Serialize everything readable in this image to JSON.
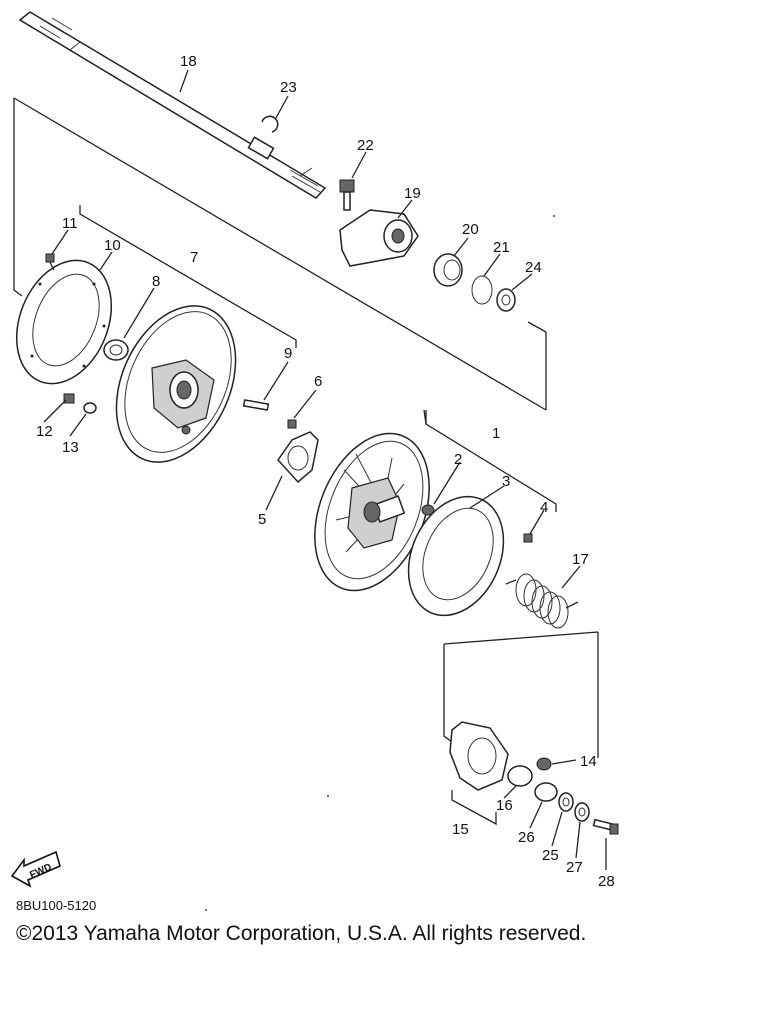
{
  "diagram": {
    "labels": [
      "1",
      "2",
      "3",
      "4",
      "5",
      "6",
      "7",
      "8",
      "9",
      "10",
      "11",
      "12",
      "13",
      "14",
      "15",
      "16",
      "17",
      "18",
      "19",
      "20",
      "21",
      "22",
      "23",
      "24",
      "25",
      "26",
      "27",
      "28"
    ],
    "fwd_label": "FWD",
    "code": "8BU100-5120",
    "copyright": "©2013 Yamaha Motor Corporation, U.S.A. All rights reserved."
  }
}
